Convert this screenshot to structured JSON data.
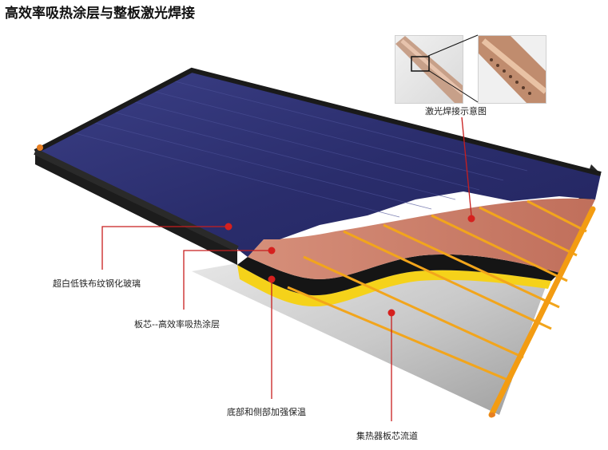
{
  "title": "高效率吸热涂层与整板激光焊接",
  "labels": {
    "laser_weld_diagram": "激光焊接示意图",
    "glass": "超白低铁布纹钢化玻璃",
    "absorber": "板芯--高效率吸热涂层",
    "insulation": "底部和侧部加强保温",
    "channels": "集热器板芯流道"
  },
  "colors": {
    "glass": "#2b2e6e",
    "frame": "#222222",
    "absorber": "#c97a66",
    "tube": "#f2a51c",
    "insulation": "#f5d21a",
    "backplate": "#b8b8b8",
    "leader": "#c81e1e"
  }
}
